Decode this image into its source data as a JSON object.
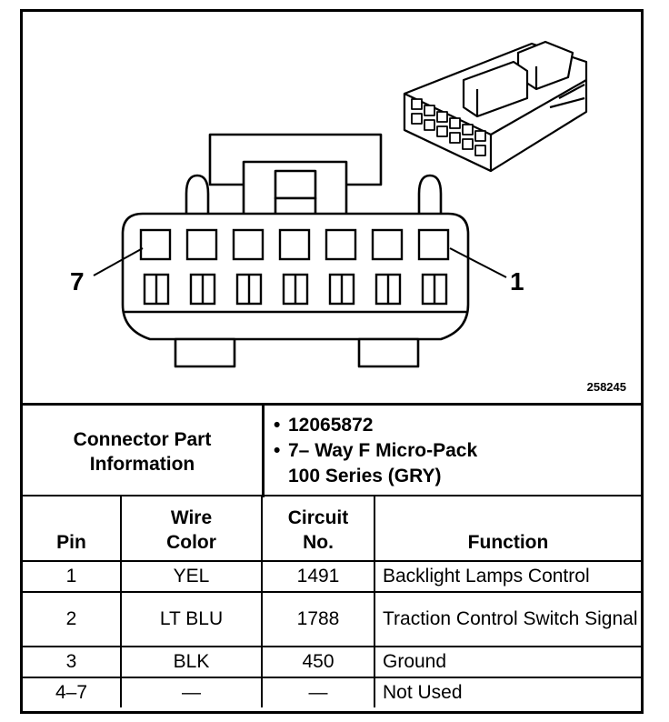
{
  "figure_id": "258245",
  "callouts": {
    "left_pin": "7",
    "right_pin": "1"
  },
  "connector_info": {
    "label": "Connector Part\nInformation",
    "items": [
      "12065872",
      "7– Way F Micro-Pack\n100 Series (GRY)"
    ]
  },
  "table": {
    "headers": [
      "Pin",
      "Wire\nColor",
      "Circuit\nNo.",
      "Function"
    ],
    "rows": [
      {
        "pin": "1",
        "color": "YEL",
        "circuit": "1491",
        "function": "Backlight Lamps Control"
      },
      {
        "pin": "2",
        "color": "LT BLU",
        "circuit": "1788",
        "function": "Traction Control Switch Signal"
      },
      {
        "pin": "3",
        "color": "BLK",
        "circuit": "450",
        "function": "Ground"
      },
      {
        "pin": "4–7",
        "color": "—",
        "circuit": "—",
        "function": "Not Used"
      }
    ]
  }
}
